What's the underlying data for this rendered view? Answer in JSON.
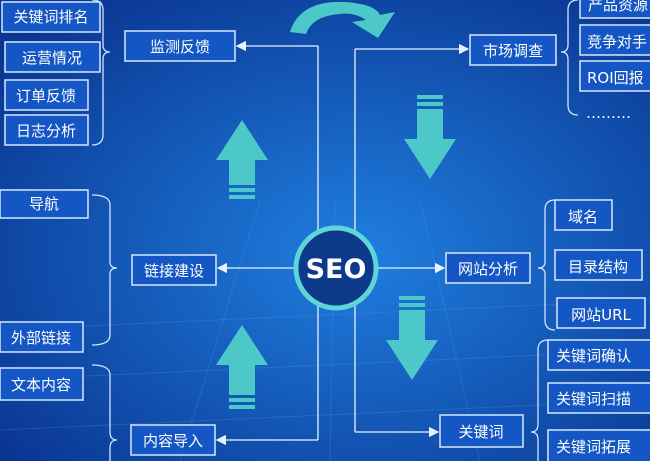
{
  "center": {
    "label": "SEO"
  },
  "nodes": {
    "monitor": "监测反馈",
    "market": "市场调查",
    "links": "链接建设",
    "site": "网站分析",
    "content": "内容导入",
    "keywords": "关键词"
  },
  "monitor_items": [
    "关键词排名",
    "运营情况",
    "订单反馈",
    "日志分析"
  ],
  "market_items": [
    "产品资源",
    "竞争对手",
    "ROI回报",
    "………"
  ],
  "links_items": [
    "导航",
    "外部链接"
  ],
  "site_items": [
    "域名",
    "目录结构",
    "网站URL"
  ],
  "content_items": [
    "文本内容"
  ],
  "keyword_items": [
    "关键词确认",
    "关键词扫描",
    "关键词拓展"
  ],
  "colors": {
    "background": "#0b3f9e",
    "accent": "#4cc8c8",
    "box": "#1456c4"
  }
}
